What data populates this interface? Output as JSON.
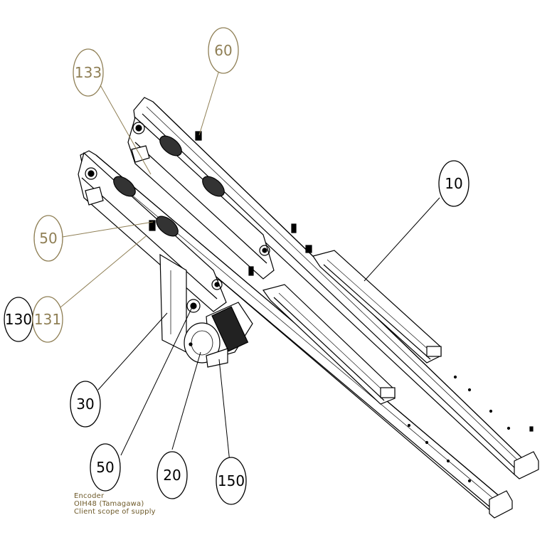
{
  "callouts": [
    {
      "id": "c-133",
      "label": "133",
      "color": "#8f7f55"
    },
    {
      "id": "c-60",
      "label": "60",
      "color": "#8f7f55"
    },
    {
      "id": "c-10",
      "label": "10",
      "color": "#000000"
    },
    {
      "id": "c-50a",
      "label": "50",
      "color": "#8f7f55"
    },
    {
      "id": "c-130",
      "label": "130",
      "color": "#000000"
    },
    {
      "id": "c-131",
      "label": "131",
      "color": "#8f7f55"
    },
    {
      "id": "c-30",
      "label": "30",
      "color": "#000000"
    },
    {
      "id": "c-50b",
      "label": "50",
      "color": "#000000"
    },
    {
      "id": "c-20",
      "label": "20",
      "color": "#000000"
    },
    {
      "id": "c-150",
      "label": "150",
      "color": "#000000"
    }
  ],
  "note": {
    "line1": "Encoder",
    "line2": "OIH48 (Tamagawa)",
    "line3": "Client scope of supply",
    "color": "#6e5a2a"
  }
}
